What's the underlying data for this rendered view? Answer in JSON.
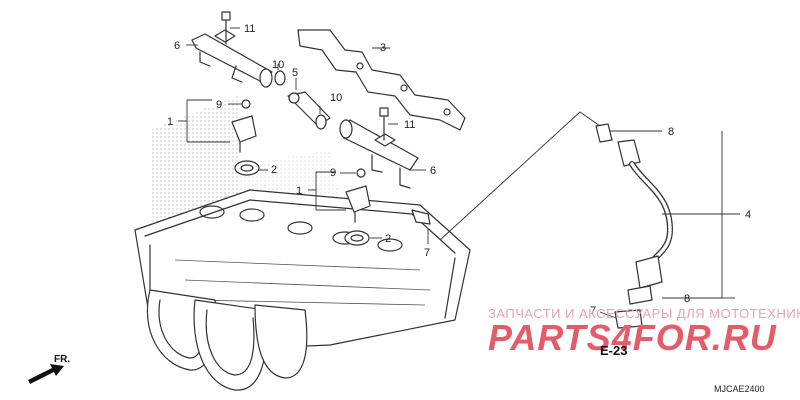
{
  "diagram": {
    "watermark": {
      "line1": "ЗАПЧАСТИ И АКСЕССУАРЫ ДЛЯ МОТОТЕХНИКИ",
      "logo": "PARTS4FOR.RU"
    },
    "section_ref": "E-23",
    "direction_marker": "FR.",
    "diagram_code": "MJCAE2400",
    "callouts": {
      "c11a": "11",
      "c6a": "6",
      "c3": "3",
      "c10a": "10",
      "c5": "5",
      "c9a": "9",
      "c1a": "1",
      "c2a": "2",
      "c10b": "10",
      "c11b": "11",
      "c9b": "9",
      "c6b": "6",
      "c1b": "1",
      "c2b": "2",
      "c7a": "7",
      "c8a": "8",
      "c4": "4",
      "c8b": "8",
      "c7b": "7"
    },
    "colors": {
      "ink": "#333333",
      "watermark": "#e55b68",
      "dots": "#9a9a9a"
    }
  }
}
